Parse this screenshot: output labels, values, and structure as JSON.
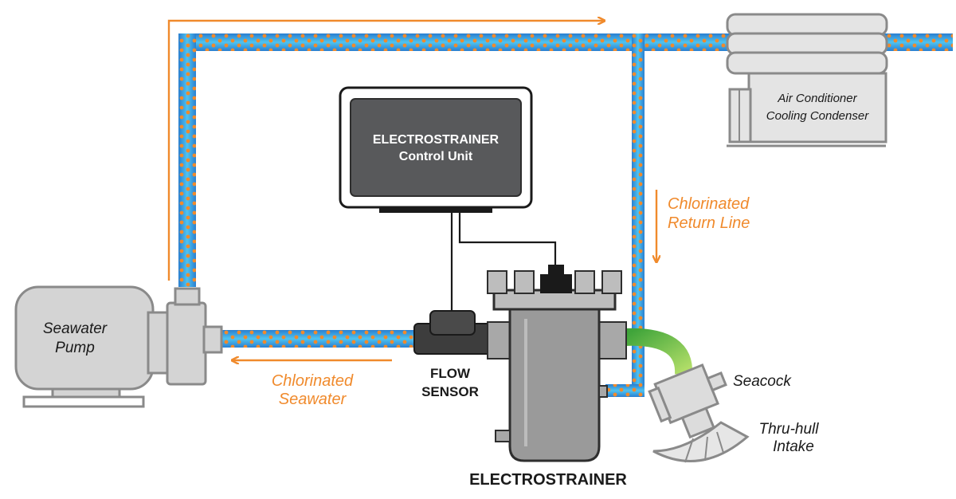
{
  "labels": {
    "control_unit_line1": "ELECTROSTRAINER",
    "control_unit_line2": "Control Unit",
    "ac_line1": "Air Conditioner",
    "ac_line2": "Cooling Condenser",
    "pump_line1": "Seawater",
    "pump_line2": "Pump",
    "return_line1": "Chlorinated",
    "return_line2": "Return Line",
    "seawater_line1": "Chlorinated",
    "seawater_line2": "Seawater",
    "flow_sensor_line1": "FLOW",
    "flow_sensor_line2": "SENSOR",
    "electrostrainer": "ELECTROSTRAINER",
    "seacock": "Seacock",
    "thruhull_line1": "Thru-hull",
    "thruhull_line2": "Intake"
  },
  "colors": {
    "pipe_blue": "#2a7fd0",
    "pipe_light_blue": "#4fc3f0",
    "chlorine_dots": "#f08a2c",
    "flow_arrow": "#f08a2c",
    "equipment_gray": "#cfcfcf",
    "equipment_dark": "#8a8a8a",
    "intake_pipe_green": "#7bc142"
  }
}
